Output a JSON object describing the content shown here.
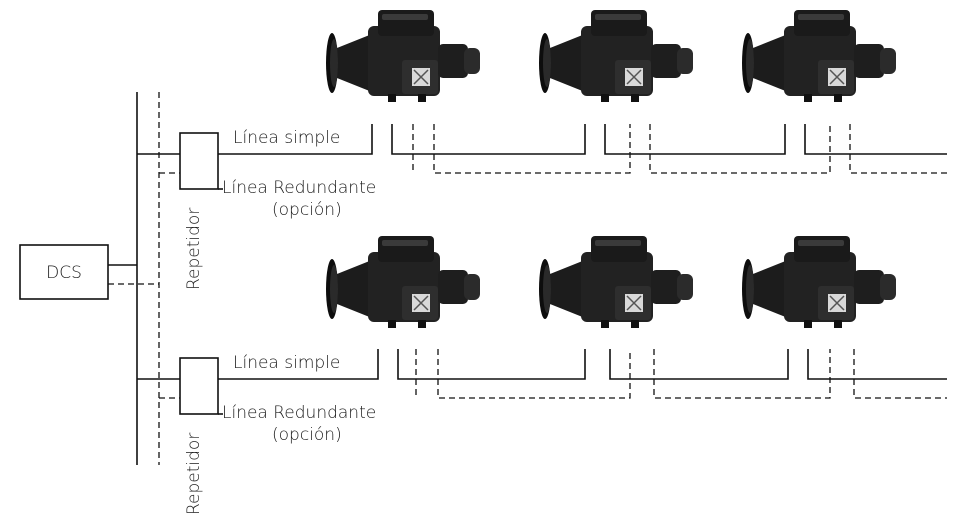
{
  "nodes": {
    "dcs": "DCS",
    "repeater": "Repetidor"
  },
  "rows": [
    {
      "single_line": "Línea simple",
      "redundant_line": "Línea Redundante",
      "redundant_option": "(opción)",
      "actuators": 3
    },
    {
      "single_line": "Línea simple",
      "redundant_line": "Línea Redundante",
      "redundant_option": "(opción)",
      "actuators": 3
    }
  ]
}
